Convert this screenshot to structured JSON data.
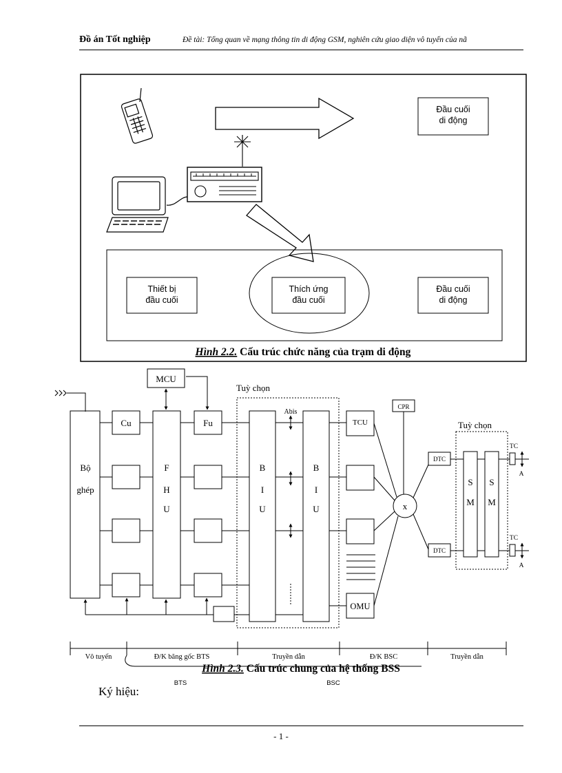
{
  "header": {
    "thesis": "Đồ án Tốt nghiệp",
    "topic": "Đề tài: Tổng quan về mạng thông tin di động GSM, nghiên cứu giao diện vô tuyến của nã"
  },
  "fig22": {
    "mobile_terminal_1": [
      "Đầu cuối",
      "di động"
    ],
    "terminal_equipment": [
      "Thiết bị",
      "đầu cuối"
    ],
    "terminal_adapter": [
      "Thích ứng",
      "đầu cuối"
    ],
    "mobile_terminal_2": [
      "Đầu cuối",
      "di động"
    ],
    "caption_num": "Hình 2.2.",
    "caption_text": " Cấu trúc chức năng của trạm di động"
  },
  "fig23": {
    "mcu": "MCU",
    "optional_1": "Tuỳ chọn",
    "optional_2": "Tuỳ chọn",
    "abis": "Abis",
    "cpr": "CPR",
    "cu": "Cu",
    "fu": "Fu",
    "tcu": "TCU",
    "omu": "OMU",
    "combiner": [
      "Bộ",
      "ghép"
    ],
    "fhu": [
      "F",
      "H",
      "U"
    ],
    "biu": [
      "B",
      "I",
      "U"
    ],
    "switch": "x",
    "dtc": "DTC",
    "sm": [
      "S",
      "M"
    ],
    "tc": "TC",
    "a": "A",
    "sections": [
      "Vô tuyến",
      "Đ/K băng gốc BTS",
      "Truyền dẫn",
      "Đ/K BSC",
      "Truyền dẫn"
    ],
    "caption_num": "Hình 2.3.",
    "caption_text": " Cấu trúc chung của hệ thống BSS",
    "bts": "BTS",
    "bsc": "BSC"
  },
  "legend": "Ký hiệu:",
  "page_number": "- 1 -"
}
